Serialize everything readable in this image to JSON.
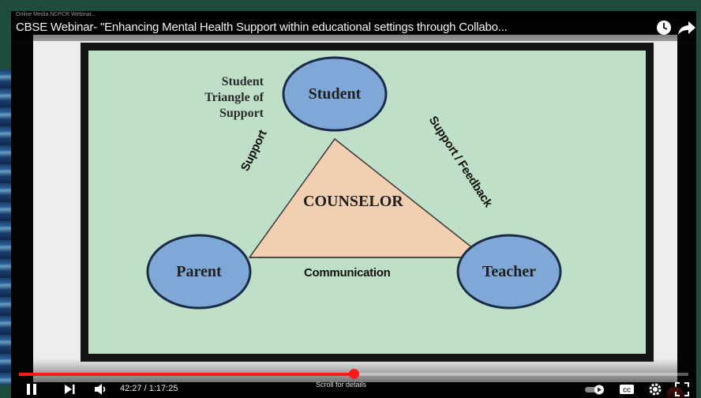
{
  "player": {
    "channel_text": "Online Media NCPCR Webinar...",
    "title": "CBSE Webinar- \"Enhancing Mental Health Support within educational settings through Collabo...",
    "progress_fraction": 0.5,
    "time_display": "42:27 / 1:17:25",
    "scroll_hint": "Scroll for details"
  },
  "slide": {
    "heading": "Student\nTriangle of\nSupport",
    "center_label": "COUNSELOR",
    "nodes": {
      "top": "Student",
      "left": "Parent",
      "right": "Teacher"
    },
    "edges": {
      "left": "Support",
      "right": "Support / Feedback",
      "bottom": "Communication"
    },
    "colors": {
      "background": "#bfdfc9",
      "triangle": "#f2cfb0",
      "node_fill": "#7fa7d8",
      "node_stroke": "#1b2c47"
    }
  },
  "icons": {
    "play_pause": "pause-icon",
    "next": "next-icon",
    "volume": "volume-icon",
    "watch_later": "clock-icon",
    "share": "share-icon",
    "autoplay": "autoplay-toggle-icon",
    "captions": "cc-icon",
    "settings": "gear-icon",
    "fullscreen": "fullscreen-icon"
  }
}
